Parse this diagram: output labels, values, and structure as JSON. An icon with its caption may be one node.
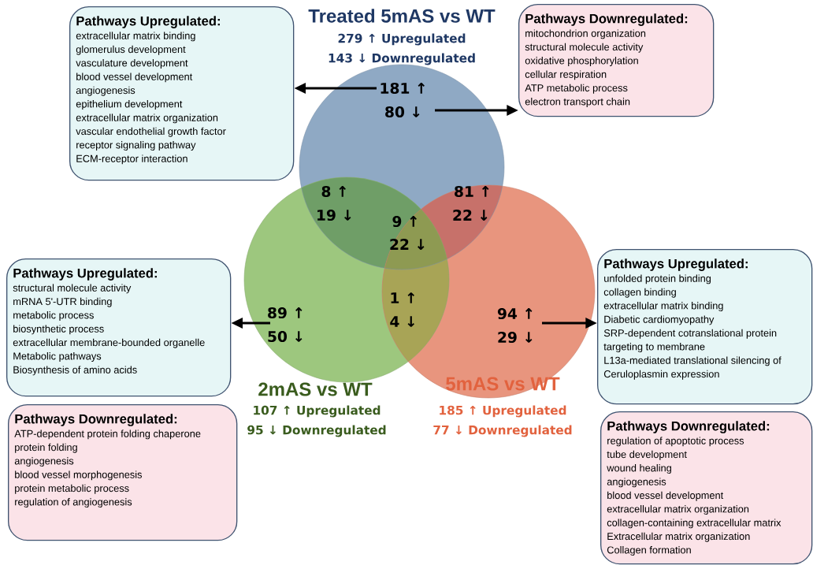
{
  "diagram": {
    "nodes": [
      {
        "text": [
          "Pathways Upregulated:",
          "extracellular matrix binding",
          "glomerulus development",
          "vasculature development",
          "blood vessel development",
          "angiogenesis",
          "epithelium development",
          "extracellular matrix organization",
          "vascular endothelial growth factor",
          "receptor signaling pathway",
          "ECM-receptor interaction"
        ]
      },
      {
        "text": [
          "Treated 5mAS vs WT",
          "279 ↑ Upregulated",
          "143 ↓ Downregulated",
          "181 ↑",
          "80 ↓"
        ]
      },
      {
        "text": [
          "Pathways Downregulated:",
          "mitochondrion organization",
          "structural molecule activity",
          "oxidative phosphorylation",
          "cellular respiration",
          "ATP metabolic process",
          "electron transport chain"
        ]
      },
      {
        "text": [
          "Pathways Upregulated:",
          "structural molecule activity",
          "mRNA 5'-UTR binding",
          "metabolic process",
          "biosynthetic process",
          "extracellular membrane-bounded organelle",
          "Metabolic pathways",
          "Biosynthesis of amino acids"
        ]
      },
      {
        "text": [
          "2mAS vs WT",
          "107 ↑ Upregulated",
          "95 ↓ Downregulated",
          "89 ↑",
          "50 ↓"
        ]
      },
      {
        "text": [
          "5mAS vs WT",
          "185 ↑ Upregulated",
          "77 ↓ Downregulated",
          "94 ↑",
          "29 ↓"
        ]
      },
      {
        "text": [
          "Pathways Upregulated:",
          "unfolded protein binding",
          "collagen binding",
          "extracellular matrix binding",
          "Diabetic cardiomyopathy",
          "SRP-dependent cotranslational protein",
          "targeting to membrane",
          "L13a-mediated translational silencing of",
          "Ceruloplasmin expression"
        ]
      },
      {
        "text": [
          "Pathways Downregulated:",
          "ATP-dependent protein folding chaperone",
          "protein folding",
          "angiogenesis",
          "blood vessel morphogenesis",
          "protein metabolic process",
          "regulation of angiogenesis"
        ]
      },
      {
        "text": [
          "Pathways Downregulated:",
          "regulation of apoptotic process",
          "tube development",
          "wound healing",
          "angiogenesis",
          "blood vessel development",
          "extracellular matrix organization",
          "collagen-containing extracellular matrix",
          "Extracellular matrix organization",
          "Collagen formation"
        ]
      }
    ],
    "edges": [
      {
        "from": 1,
        "to": 0,
        "arrow": "to"
      },
      {
        "from": 1,
        "to": 2,
        "arrow": "to"
      },
      {
        "from": 4,
        "to": 3,
        "arrow": "to"
      },
      {
        "from": 5,
        "to": 6,
        "arrow": "to"
      }
    ],
    "labels": [
      "8 ↑",
      "19 ↓",
      "81 ↑",
      "22 ↓",
      "9 ↑",
      "22 ↓",
      "1 ↑",
      "4 ↓"
    ]
  }
}
